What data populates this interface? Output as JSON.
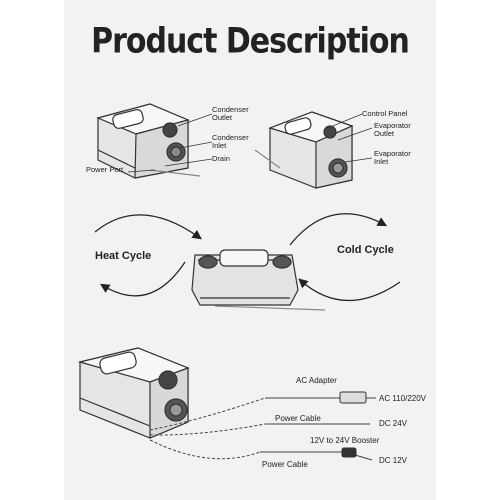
{
  "title": "Product Description",
  "top_left_labels": {
    "condenser_outlet": "Condenser\nOutlet",
    "condenser_inlet": "Condenser\nInlet",
    "drain": "Drain",
    "power_port": "Power Port"
  },
  "top_right_labels": {
    "control_panel": "Control Panel",
    "evaporator_outlet": "Evaporator\nOutlet",
    "evaporator_inlet": "Evaporator\nInlet"
  },
  "cycle": {
    "heat": "Heat Cycle",
    "cold": "Cold Cycle"
  },
  "power": {
    "ac_adapter": "AC Adapter",
    "ac_voltage": "AC 110/220V",
    "power_cable_1": "Power Cable",
    "dc_24": "DC  24V",
    "booster": "12V to 24V Booster",
    "power_cable_2": "Power Cable",
    "dc_12": "DC  12V"
  }
}
